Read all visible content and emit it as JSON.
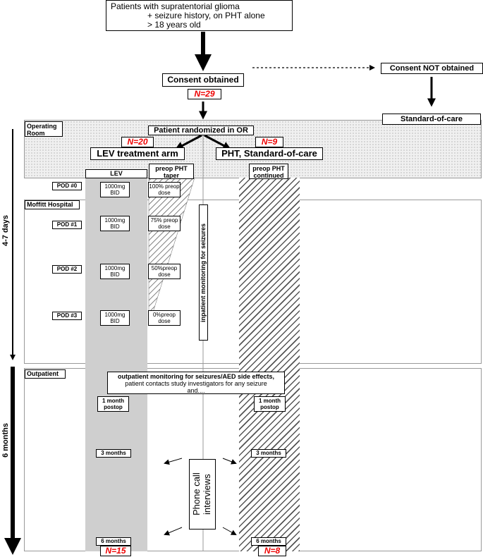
{
  "eligibility": {
    "line1": "Patients with supratentorial glioma",
    "line2": "+ seizure history, on PHT alone",
    "line3": "> 18 years old"
  },
  "consent_obtained": {
    "label": "Consent obtained",
    "n": "N=29"
  },
  "consent_not_obtained": {
    "label": "Consent NOT obtained",
    "outcome": "Standard-of-care"
  },
  "regions": {
    "operating_room": "Operating Room",
    "hospital": "Moffitt Hospital",
    "outpatient": "Outpatient"
  },
  "randomized": "Patient randomized in OR",
  "lev_arm": {
    "n": "N=20",
    "label": "LEV treatment arm",
    "column": "LEV"
  },
  "pht_arm": {
    "n": "N=9",
    "label": "PHT, Standard-of-care",
    "column": "preop PHT continued"
  },
  "taper": {
    "header": "preop PHT taper"
  },
  "pod_rows": [
    {
      "pod": "POD #0",
      "dose": "1000mg BID",
      "taper": "100% preop dose"
    },
    {
      "pod": "POD #1",
      "dose": "1000mg BID",
      "taper": "75% preop dose"
    },
    {
      "pod": "POD #2",
      "dose": "1000mg BID",
      "taper": "50%preop dose"
    },
    {
      "pod": "POD #3",
      "dose": "1000mg BID",
      "taper": "0%preop dose"
    }
  ],
  "inpatient_monitoring": "inpatient monitoring for seizures",
  "timeline": {
    "days": "4-7 days",
    "months": "6 months"
  },
  "outpatient_monitoring": {
    "title": "outpatient monitoring for seizures/AED side effects,",
    "line2": "patient contacts study investigators for any seizure",
    "line3": "and...."
  },
  "followups": {
    "one_month": "1 month postop",
    "three_months": "3 months",
    "six_months": "6 months"
  },
  "phone_call": "Phone call interviews",
  "final": {
    "lev_n": "N=15",
    "pht_n": "N=8"
  }
}
